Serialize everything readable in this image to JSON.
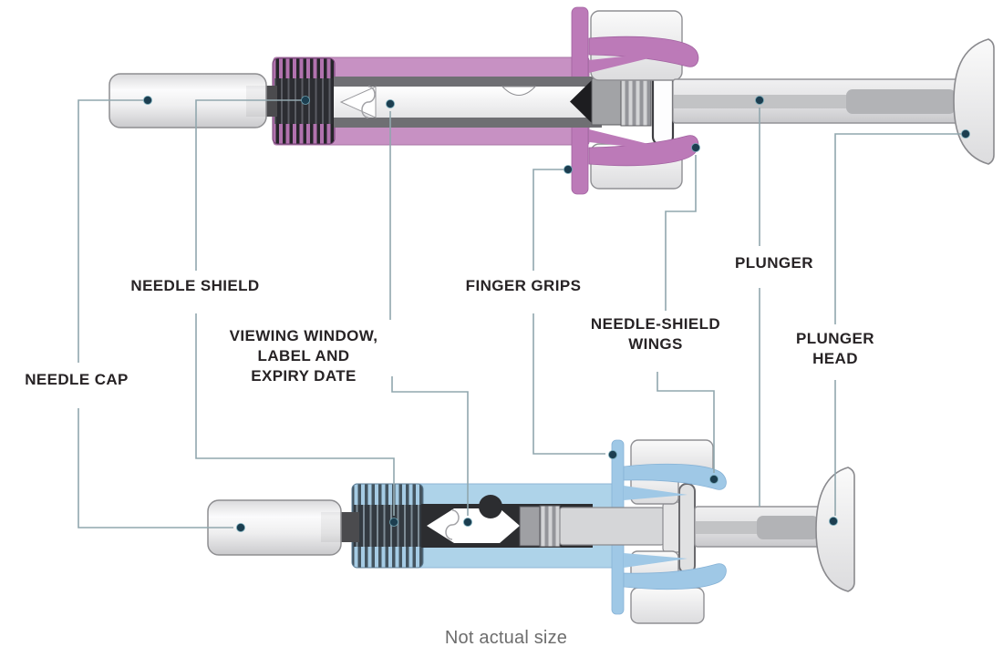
{
  "caption": "Not actual size",
  "colors": {
    "pink_body": "#c791c3",
    "pink_accent": "#bc7ab8",
    "blue_body": "#aed3e9",
    "blue_accent": "#9fc8e6",
    "leader_line": "#91a7ae",
    "leader_dot": "#1c3e50",
    "label_text": "#272325",
    "caption_text": "#6d6d6d"
  },
  "labels": {
    "needle_shield": "NEEDLE SHIELD",
    "needle_cap": "NEEDLE CAP",
    "viewing_window": "VIEWING WINDOW,\nLABEL AND\nEXPIRY DATE",
    "finger_grips": "FINGER GRIPS",
    "needle_shield_wings": "NEEDLE-SHIELD\nWINGS",
    "plunger": "PLUNGER",
    "plunger_head": "PLUNGER\nHEAD"
  },
  "syringes": [
    {
      "id": "top",
      "accent": "pink"
    },
    {
      "id": "bottom",
      "accent": "blue"
    }
  ]
}
